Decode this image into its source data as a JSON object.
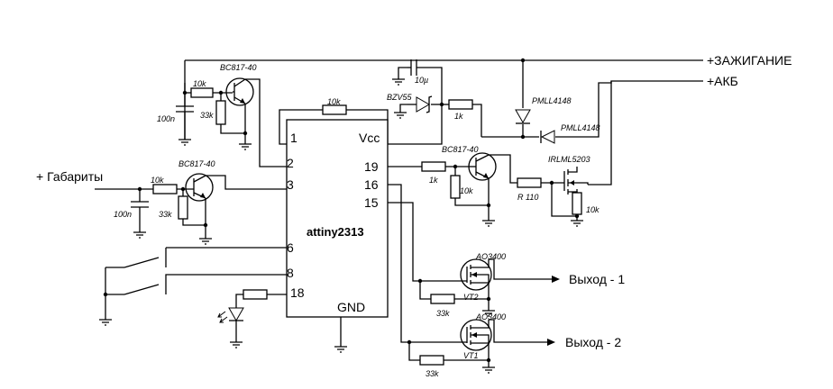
{
  "labels": {
    "ignition": "+ЗАЖИГАНИЕ",
    "battery": "+АКБ",
    "side_lights": "+ Габариты",
    "output1": "Выход - 1",
    "output2": "Выход - 2",
    "chip": "attiny2313",
    "pin_vcc": "Vcc",
    "pin_gnd": "GND",
    "pin1": "1",
    "pin2": "2",
    "pin3": "3",
    "pin6": "6",
    "pin8": "8",
    "pin18": "18",
    "pin19": "19",
    "pin16": "16",
    "pin15": "15",
    "bc817_top": "BC817-40",
    "bc817_gab": "BC817-40",
    "bc817_pin19": "BC817-40",
    "r10k_top": "10k",
    "r33k_top": "33k",
    "c100n_top": "100n",
    "r10k_vcc": "10k",
    "c10u": "10µ",
    "bzv55": "BZV55",
    "r1k_supply": "1k",
    "pmll4148_a": "PMLL4148",
    "pmll4148_b": "PMLL4148",
    "r10k_gab": "10k",
    "r33k_gab": "33k",
    "c100n_gab": "100n",
    "r1k_pin19": "1k",
    "r10k_pin19": "10k",
    "r110": "R 110",
    "irlml5203": "IRLML5203",
    "r10k_gate": "10k",
    "ao3400_top": "AO3400",
    "ao3400_bottom": "AO3400",
    "vt2": "VT2",
    "vt1": "VT1",
    "r33k_vt2": "33k",
    "r33k_vt1": "33k"
  }
}
